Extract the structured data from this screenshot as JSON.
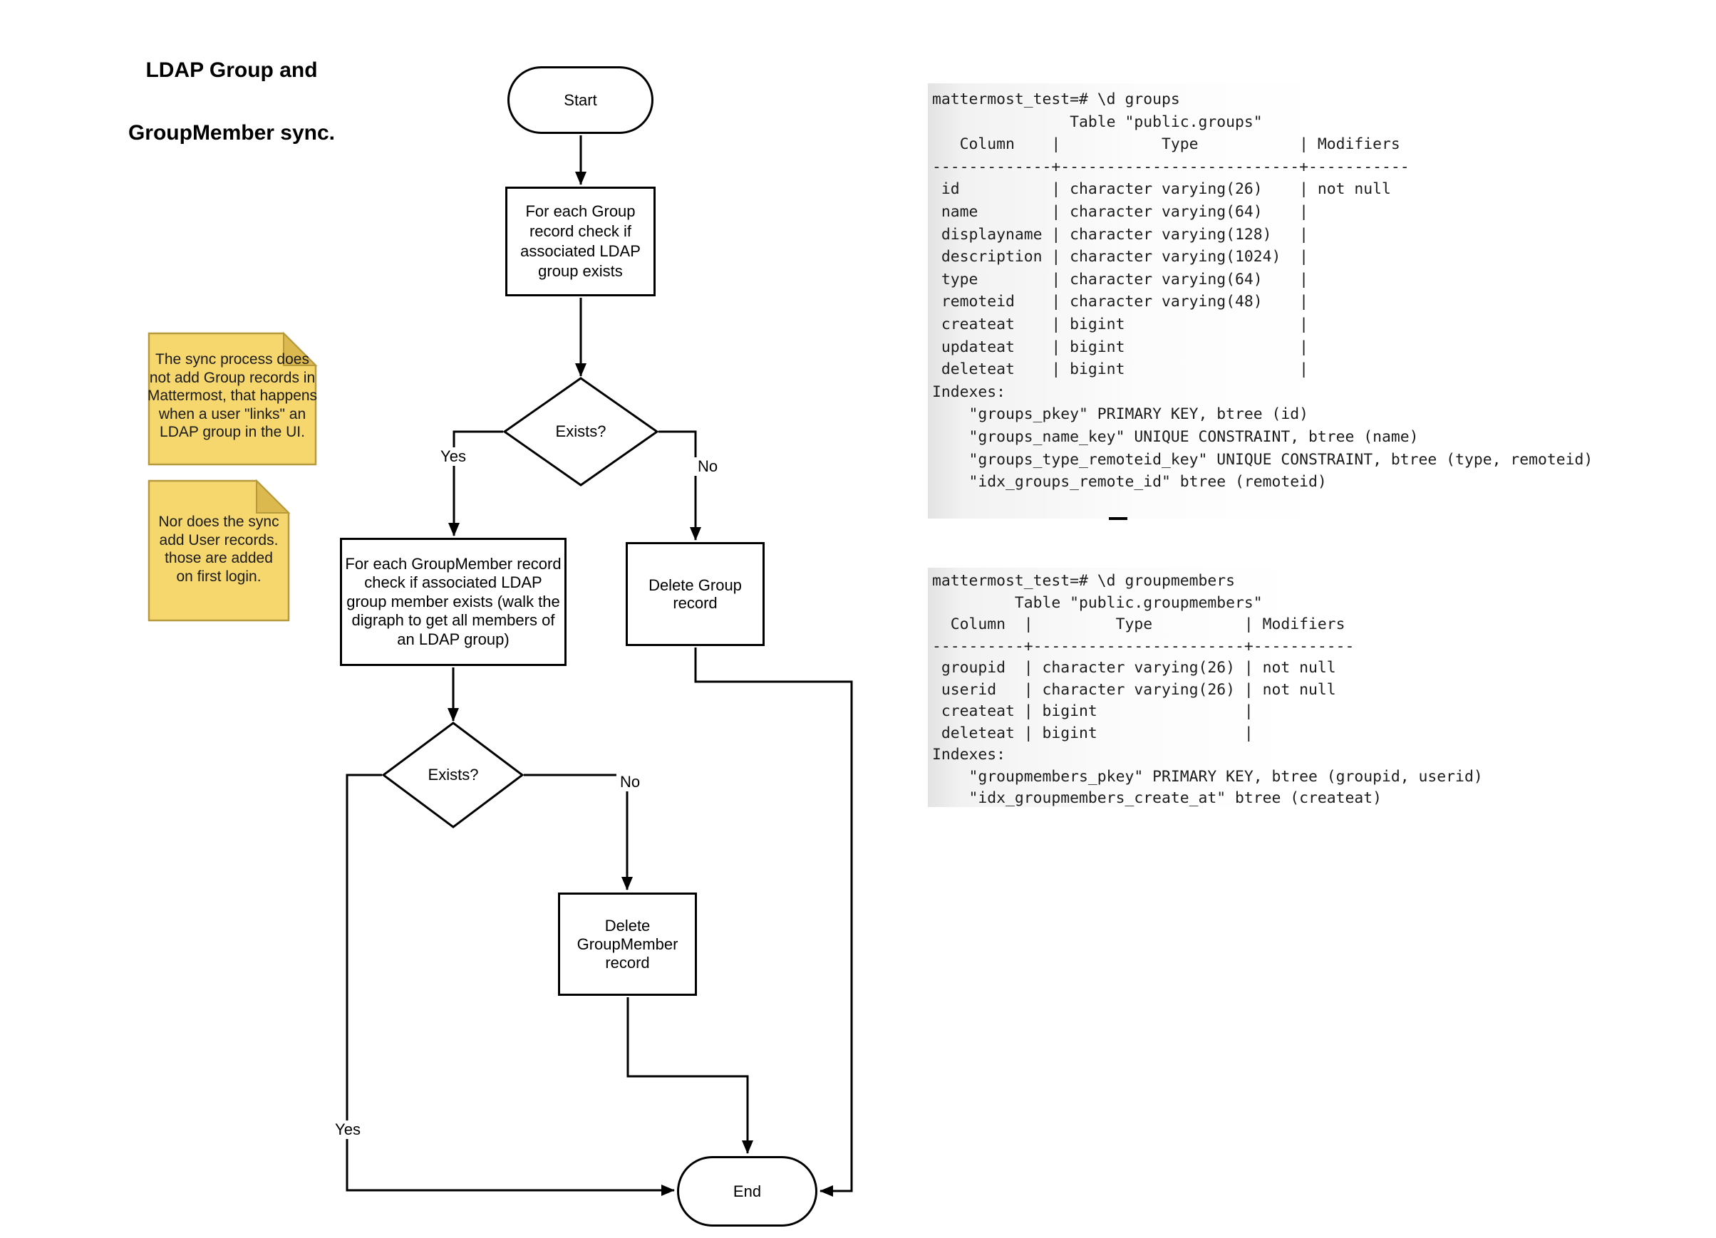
{
  "diagram_title": {
    "line1": "LDAP Group and",
    "line2": "GroupMember sync."
  },
  "flowchart": {
    "start_label": "Start",
    "check_group_box": [
      "For each Group",
      "record check if",
      "associated LDAP",
      "group exists"
    ],
    "exists_decision_1": "Exists?",
    "yes_label_1": "Yes",
    "no_label_1": "No",
    "check_member_box": [
      "For each GroupMember record",
      "check if associated LDAP",
      "group member exists (walk the",
      "digraph to get all members of",
      "an LDAP group)"
    ],
    "delete_group_box": [
      "Delete Group",
      "record"
    ],
    "exists_decision_2": "Exists?",
    "yes_label_2": "Yes",
    "no_label_2": "No",
    "delete_groupmember_box": [
      "Delete",
      "GroupMember",
      "record"
    ],
    "end_label": "End"
  },
  "notes": {
    "note1": [
      "The sync process does",
      "not add Group records in",
      "Mattermost, that happens",
      "when a user \"links\" an",
      "LDAP group in the UI."
    ],
    "note2": [
      "Nor does the sync",
      "add User records.",
      "those are added",
      "on first login."
    ]
  },
  "terminals": {
    "groups": {
      "lines": [
        "mattermost_test=# \\d groups",
        "               Table \"public.groups\"",
        "   Column    |           Type           | Modifiers",
        "-------------+--------------------------+-----------",
        " id          | character varying(26)    | not null",
        " name        | character varying(64)    |",
        " displayname | character varying(128)   |",
        " description | character varying(1024)  |",
        " type        | character varying(64)    |",
        " remoteid    | character varying(48)    |",
        " createat    | bigint                   |",
        " updateat    | bigint                   |",
        " deleteat    | bigint                   |",
        "Indexes:",
        "    \"groups_pkey\" PRIMARY KEY, btree (id)",
        "    \"groups_name_key\" UNIQUE CONSTRAINT, btree (name)",
        "    \"groups_type_remoteid_key\" UNIQUE CONSTRAINT, btree (type, remoteid)",
        "    \"idx_groups_remote_id\" btree (remoteid)"
      ]
    },
    "groupmembers": {
      "lines": [
        "mattermost_test=# \\d groupmembers",
        "         Table \"public.groupmembers\"",
        "  Column  |         Type          | Modifiers",
        "----------+-----------------------+-----------",
        " groupid  | character varying(26) | not null",
        " userid   | character varying(26) | not null",
        " createat | bigint                |",
        " deleteat | bigint                |",
        "Indexes:",
        "    \"groupmembers_pkey\" PRIMARY KEY, btree (groupid, userid)",
        "    \"idx_groupmembers_create_at\" btree (createat)"
      ]
    }
  },
  "colors": {
    "note_fill": "#F5D76E",
    "note_fold": "#DBB94F",
    "note_border": "#B89A3E",
    "line_color": "#000000",
    "terminal_gradient_left": "#E3E3E3"
  }
}
